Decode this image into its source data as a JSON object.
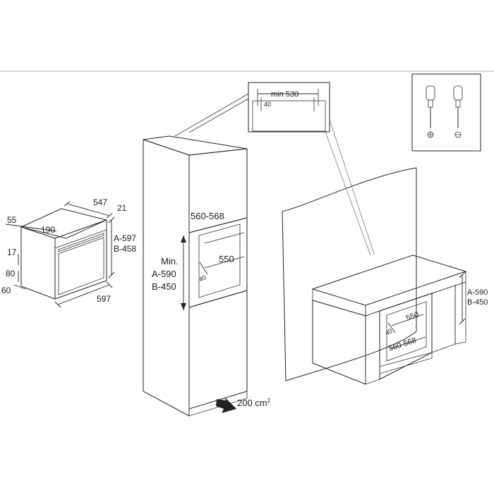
{
  "oven": {
    "depth": "547",
    "panel": "21",
    "front_offset": "55",
    "top_offset": "190",
    "height_a": "A-597",
    "height_b": "B-458",
    "gap_17": "17",
    "gap_80": "80",
    "gap_60": "60",
    "width": "597"
  },
  "tall_cabinet": {
    "niche_width": "560-568",
    "niche_depth": "550",
    "niche_min": "Min.",
    "niche_a": "A-590",
    "niche_b": "B-450",
    "back_gap": "40",
    "vent_area": "200 cm",
    "vent_unit_sup": "2"
  },
  "detail": {
    "min_width": "min 530",
    "edge": "40"
  },
  "counter": {
    "niche_depth": "550",
    "back_gap": "40",
    "niche_width": "560-568",
    "height_a": "A-590",
    "height_b": "B-450"
  },
  "colors": {
    "panel_gray": "#a7a7a7",
    "panel_dark": "#8c8c8c",
    "panel_light": "#c4c4c4",
    "line": "#222222"
  }
}
